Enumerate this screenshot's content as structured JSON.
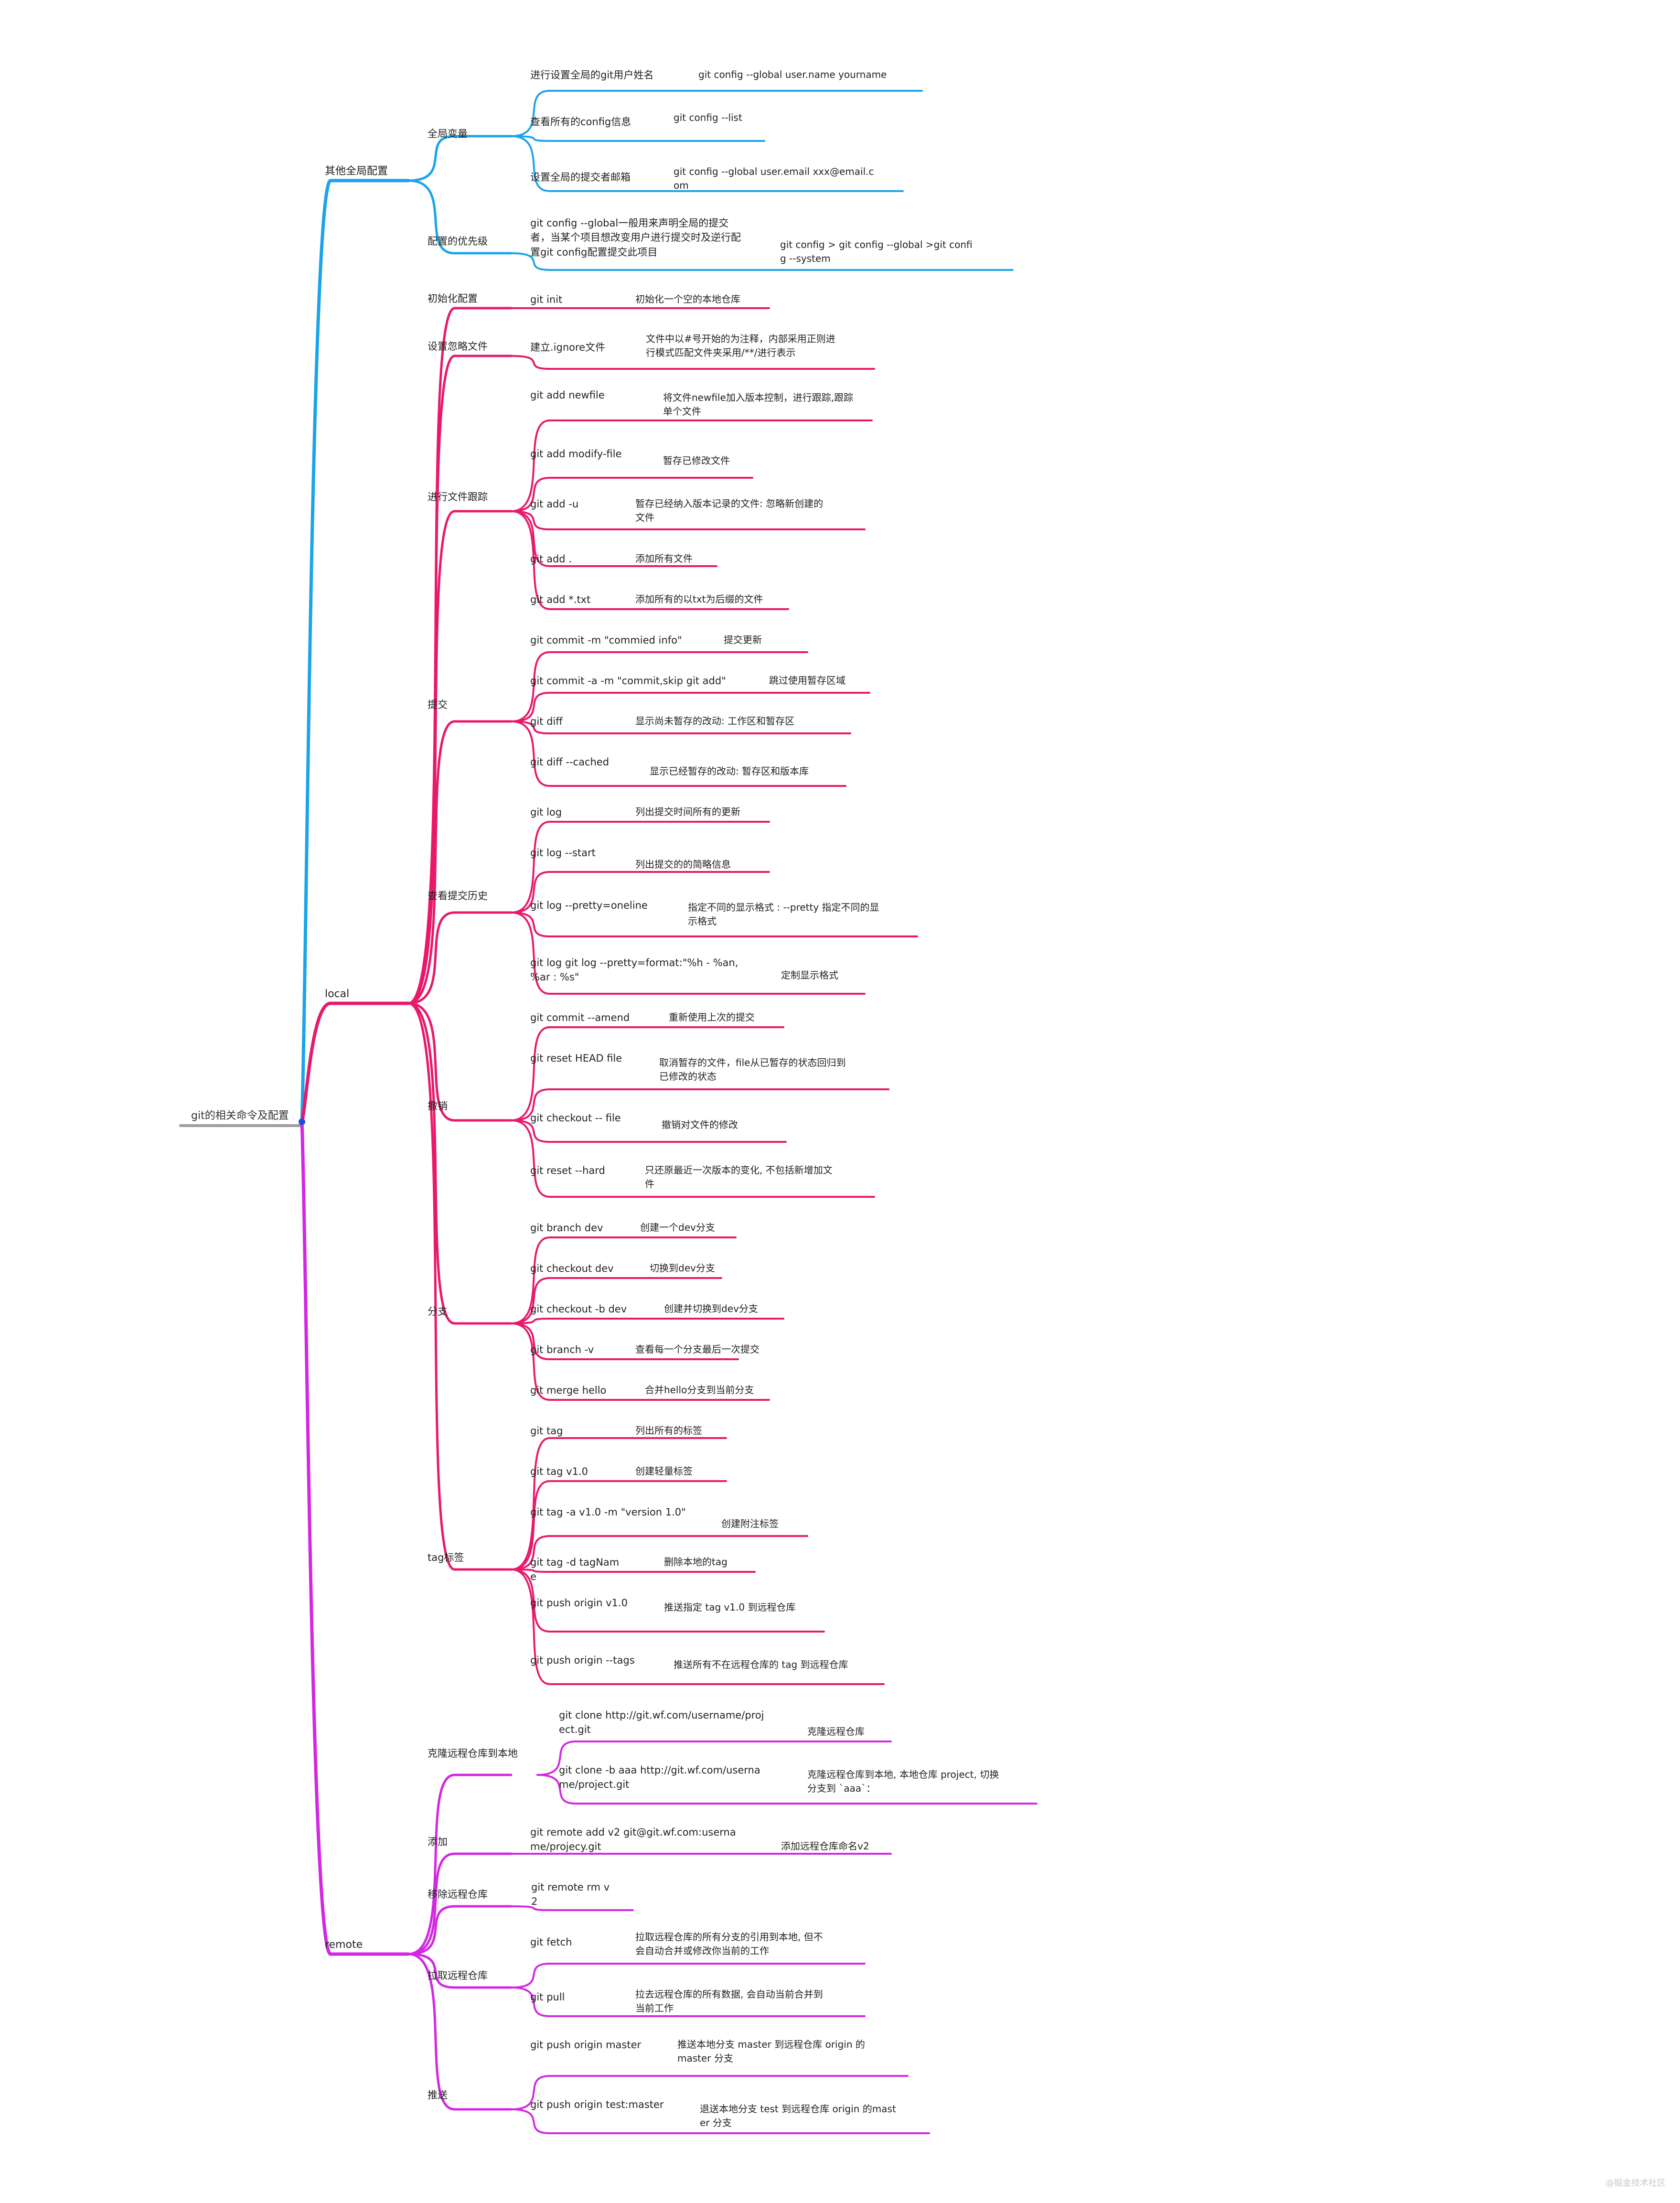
{
  "colors": {
    "config": "#1ba4ea",
    "local": "#e8196b",
    "remote": "#d327e2",
    "root_line": "#9e9e9e",
    "junction": "#1f4fe0"
  },
  "root": {
    "label": "git的相关命令及配置"
  },
  "branches": [
    {
      "label": "其他全局配置",
      "color": "config",
      "groups": [
        {
          "label": "全局变量",
          "items": [
            {
              "cmd": "进行设置全局的git用户姓名",
              "desc": "git config --global user.name yourname"
            },
            {
              "cmd": "查看所有的config信息",
              "desc": "git config --list"
            },
            {
              "cmd": "设置全局的提交者邮箱",
              "desc": "git config --global user.email xxx@email.c\nom"
            }
          ]
        },
        {
          "label": "配置的优先级",
          "items": [
            {
              "cmd": "git config --global一般用来声明全局的提交\n者，当某个项目想改变用户进行提交时及逆行配\n置git config配置提交此项目",
              "desc": "git config > git config --global >git confi\ng --system"
            }
          ]
        }
      ]
    },
    {
      "label": "local",
      "color": "local",
      "groups": [
        {
          "label": "初始化配置",
          "items": [
            {
              "cmd": "git init",
              "desc": "初始化一个空的本地仓库"
            }
          ]
        },
        {
          "label": "设置忽略文件",
          "items": [
            {
              "cmd": "建立.ignore文件",
              "desc": "文件中以#号开始的为注释，内部采用正则进\n行模式匹配文件夹采用/**/进行表示"
            }
          ]
        },
        {
          "label": "进行文件跟踪",
          "items": [
            {
              "cmd": "git add newfile",
              "desc": "将文件newfile加入版本控制，进行跟踪,跟踪\n单个文件"
            },
            {
              "cmd": "git add modify-file",
              "desc": "暂存已修改文件"
            },
            {
              "cmd": "git add -u",
              "desc": "暂存已经纳入版本记录的文件: 忽略新创建的\n文件"
            },
            {
              "cmd": "git add .",
              "desc": "添加所有文件"
            },
            {
              "cmd": "git add *.txt",
              "desc": "添加所有的以txt为后缀的文件"
            }
          ]
        },
        {
          "label": "提交",
          "items": [
            {
              "cmd": "git commit -m \"commied info\"",
              "desc": "提交更新"
            },
            {
              "cmd": "git commit -a -m \"commit,skip git add\"",
              "desc": "跳过使用暂存区域"
            },
            {
              "cmd": "git diff",
              "desc": "显示尚未暂存的改动:  工作区和暂存区"
            },
            {
              "cmd": "git diff --cached",
              "desc": "显示已经暂存的改动:  暂存区和版本库"
            }
          ]
        },
        {
          "label": "查看提交历史",
          "items": [
            {
              "cmd": "git log",
              "desc": "列出提交时间所有的更新"
            },
            {
              "cmd": "git log --start",
              "desc": "列出提交的的简略信息"
            },
            {
              "cmd": "git log --pretty=oneline",
              "desc": "指定不同的显示格式 : --pretty 指定不同的显\n示格式"
            },
            {
              "cmd": "git log git log --pretty=format:\"%h - %an,\n%ar : %s\"",
              "desc": "定制显示格式"
            }
          ]
        },
        {
          "label": "撤销",
          "items": [
            {
              "cmd": "git commit --amend",
              "desc": "重新使用上次的提交"
            },
            {
              "cmd": "git reset HEAD file",
              "desc": "取消暂存的文件，file从已暂存的状态回归到\n已修改的状态"
            },
            {
              "cmd": "git checkout -- file",
              "desc": "撤销对文件的修改"
            },
            {
              "cmd": "git reset --hard",
              "desc": "只还原最近一次版本的变化, 不包括新增加文\n件"
            }
          ]
        },
        {
          "label": "分支",
          "items": [
            {
              "cmd": "git branch dev",
              "desc": "创建一个dev分支"
            },
            {
              "cmd": "git checkout dev",
              "desc": "切换到dev分支"
            },
            {
              "cmd": "git checkout -b dev",
              "desc": "创建并切换到dev分支"
            },
            {
              "cmd": "git branch -v",
              "desc": "查看每一个分支最后一次提交"
            },
            {
              "cmd": "git merge hello",
              "desc": "合并hello分支到当前分支"
            }
          ]
        },
        {
          "label": "tag标签",
          "items": [
            {
              "cmd": "git tag",
              "desc": "列出所有的标签"
            },
            {
              "cmd": "git tag v1.0",
              "desc": "创建轻量标签"
            },
            {
              "cmd": "git tag -a v1.0 -m \"version 1.0\"",
              "desc": "创建附注标签"
            },
            {
              "cmd": " git tag -d tagNam\ne",
              "desc": "删除本地的tag"
            },
            {
              "cmd": "git push origin v1.0",
              "desc": "推送指定 tag v1.0 到远程仓库"
            },
            {
              "cmd": "git push origin --tags",
              "desc": "推送所有不在远程仓库的 tag 到远程仓库"
            }
          ]
        }
      ]
    },
    {
      "label": "remote",
      "color": "remote",
      "groups": [
        {
          "label": "克隆远程仓库到本地",
          "items": [
            {
              "cmd": "git clone http://git.wf.com/username/proj\nect.git",
              "desc": "克隆远程仓库"
            },
            {
              "cmd": "git clone -b aaa http://git.wf.com/userna\nme/project.git",
              "desc": "克隆远程仓库到本地, 本地仓库 project, 切换\n分支到 `aaa`："
            }
          ]
        },
        {
          "label": "添加",
          "items": [
            {
              "cmd": "git remote add v2 git@git.wf.com:userna\nme/projecy.git",
              "desc": "添加远程仓库命名v2"
            }
          ]
        },
        {
          "label": "移除远程仓库",
          "items": [
            {
              "cmd": " git remote rm v\n2",
              "desc": ""
            }
          ]
        },
        {
          "label": "拉取远程仓库",
          "items": [
            {
              "cmd": "git fetch",
              "desc": " 拉取远程仓库的所有分支的引用到本地, 但不\n会自动合并或修改你当前的工作"
            },
            {
              "cmd": "git pull",
              "desc": "拉去远程仓库的所有数据, 会自动当前合并到\n当前工作"
            }
          ]
        },
        {
          "label": "推送",
          "items": [
            {
              "cmd": "git push origin master",
              "desc": "推送本地分支 master 到远程仓库 origin 的\nmaster 分支"
            },
            {
              "cmd": "git push origin test:master",
              "desc": "退送本地分支 test 到远程仓库 origin 的mast\ner 分支"
            }
          ]
        }
      ]
    }
  ],
  "watermark": "@掘金技术社区"
}
